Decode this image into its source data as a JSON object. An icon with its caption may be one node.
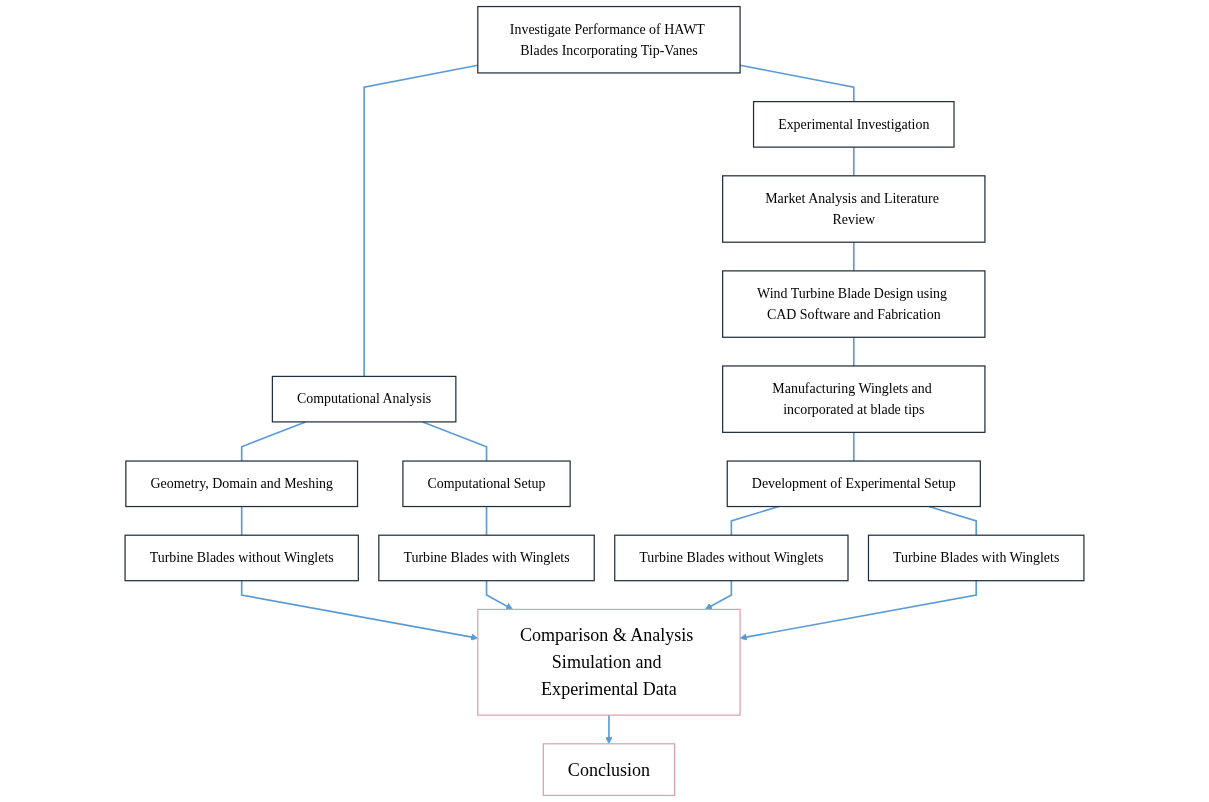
{
  "diagram": {
    "nodes": [
      {
        "text": [
          "Investigate Performance of HAWT Blades Incorporating Tip-Vanes"
        ]
      },
      {
        "text": [
          "Computational Analysis"
        ]
      },
      {
        "text": [
          "Experimental Investigation"
        ]
      },
      {
        "text": [
          "Geometry, Domain and Meshing"
        ]
      },
      {
        "text": [
          "Computational Setup"
        ]
      },
      {
        "text": [
          "Turbine Blades without Winglets"
        ]
      },
      {
        "text": [
          "Turbine Blades with Winglets"
        ]
      },
      {
        "text": [
          "Market Analysis and Literature Review"
        ]
      },
      {
        "text": [
          "Wind Turbine Blade Design using CAD Software and Fabrication"
        ]
      },
      {
        "text": [
          "Manufacturing Winglets and incorporated at blade tips"
        ]
      },
      {
        "text": [
          "Development of Experimental Setup"
        ]
      },
      {
        "text": [
          "Turbine Blades without Winglets"
        ]
      },
      {
        "text": [
          "Turbine Blades with Winglets"
        ]
      },
      {
        "text": [
          "Comparison & Analysis Simulation and Experimental Data"
        ]
      },
      {
        "text": [
          "Conclusion"
        ]
      }
    ],
    "edges": [
      {
        "from": 0,
        "to": 1,
        "arrow": "none"
      },
      {
        "from": 0,
        "to": 2,
        "arrow": "none"
      },
      {
        "from": 1,
        "to": 3,
        "arrow": "none"
      },
      {
        "from": 1,
        "to": 4,
        "arrow": "none"
      },
      {
        "from": 3,
        "to": 5,
        "arrow": "none"
      },
      {
        "from": 4,
        "to": 6,
        "arrow": "none"
      },
      {
        "from": 2,
        "to": 7,
        "arrow": "none"
      },
      {
        "from": 7,
        "to": 8,
        "arrow": "none"
      },
      {
        "from": 8,
        "to": 9,
        "arrow": "none"
      },
      {
        "from": 9,
        "to": 10,
        "arrow": "none"
      },
      {
        "from": 10,
        "to": 11,
        "arrow": "none"
      },
      {
        "from": 10,
        "to": 12,
        "arrow": "none"
      },
      {
        "from": 5,
        "to": 13,
        "arrow": "to"
      },
      {
        "from": 6,
        "to": 13,
        "arrow": "to"
      },
      {
        "from": 11,
        "to": 13,
        "arrow": "to"
      },
      {
        "from": 12,
        "to": 13,
        "arrow": "to"
      },
      {
        "from": 13,
        "to": 14,
        "arrow": "to"
      }
    ]
  }
}
